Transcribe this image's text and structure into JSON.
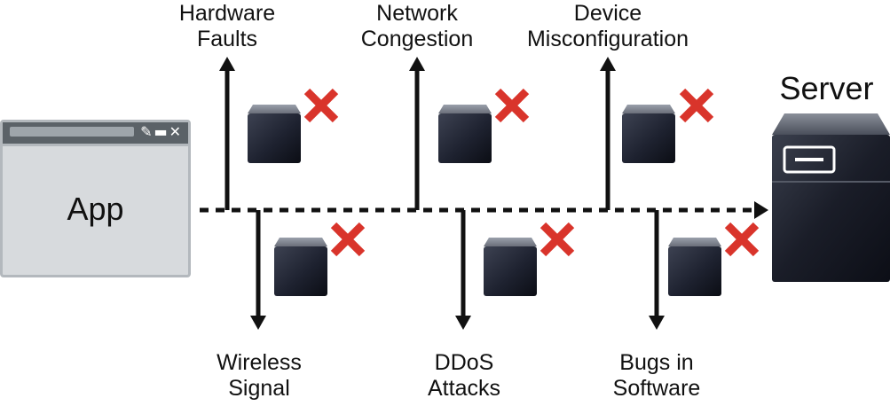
{
  "app": {
    "label": "App",
    "icons": [
      "edit-icon",
      "minimize-icon",
      "close-icon"
    ]
  },
  "server": {
    "label": "Server"
  },
  "top_issues": [
    {
      "label": "Hardware\nFaults"
    },
    {
      "label": "Network\nCongestion"
    },
    {
      "label": "Device\nMisconfiguration"
    }
  ],
  "bottom_issues": [
    {
      "label": "Wireless\nSignal"
    },
    {
      "label": "DDoS\nAttacks"
    },
    {
      "label": "Bugs in\nSoftware"
    }
  ],
  "colors": {
    "cross": "#d9342b",
    "arrow": "#111111",
    "device_top": "#6b6f7a",
    "device_body": "#1e2230",
    "app_body": "#d7dadd",
    "app_titlebar": "#5b6268"
  }
}
